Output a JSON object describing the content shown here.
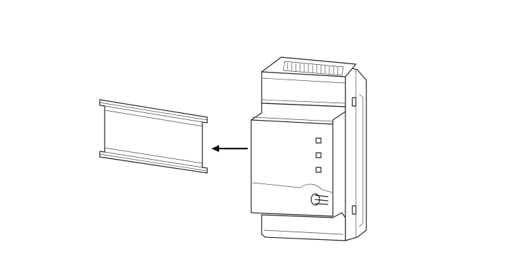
{
  "figure": {
    "subject": "din-rail-module-removal",
    "arrow_direction": "left",
    "led_count": 3,
    "line_color": "#222222",
    "background": "#ffffff"
  }
}
